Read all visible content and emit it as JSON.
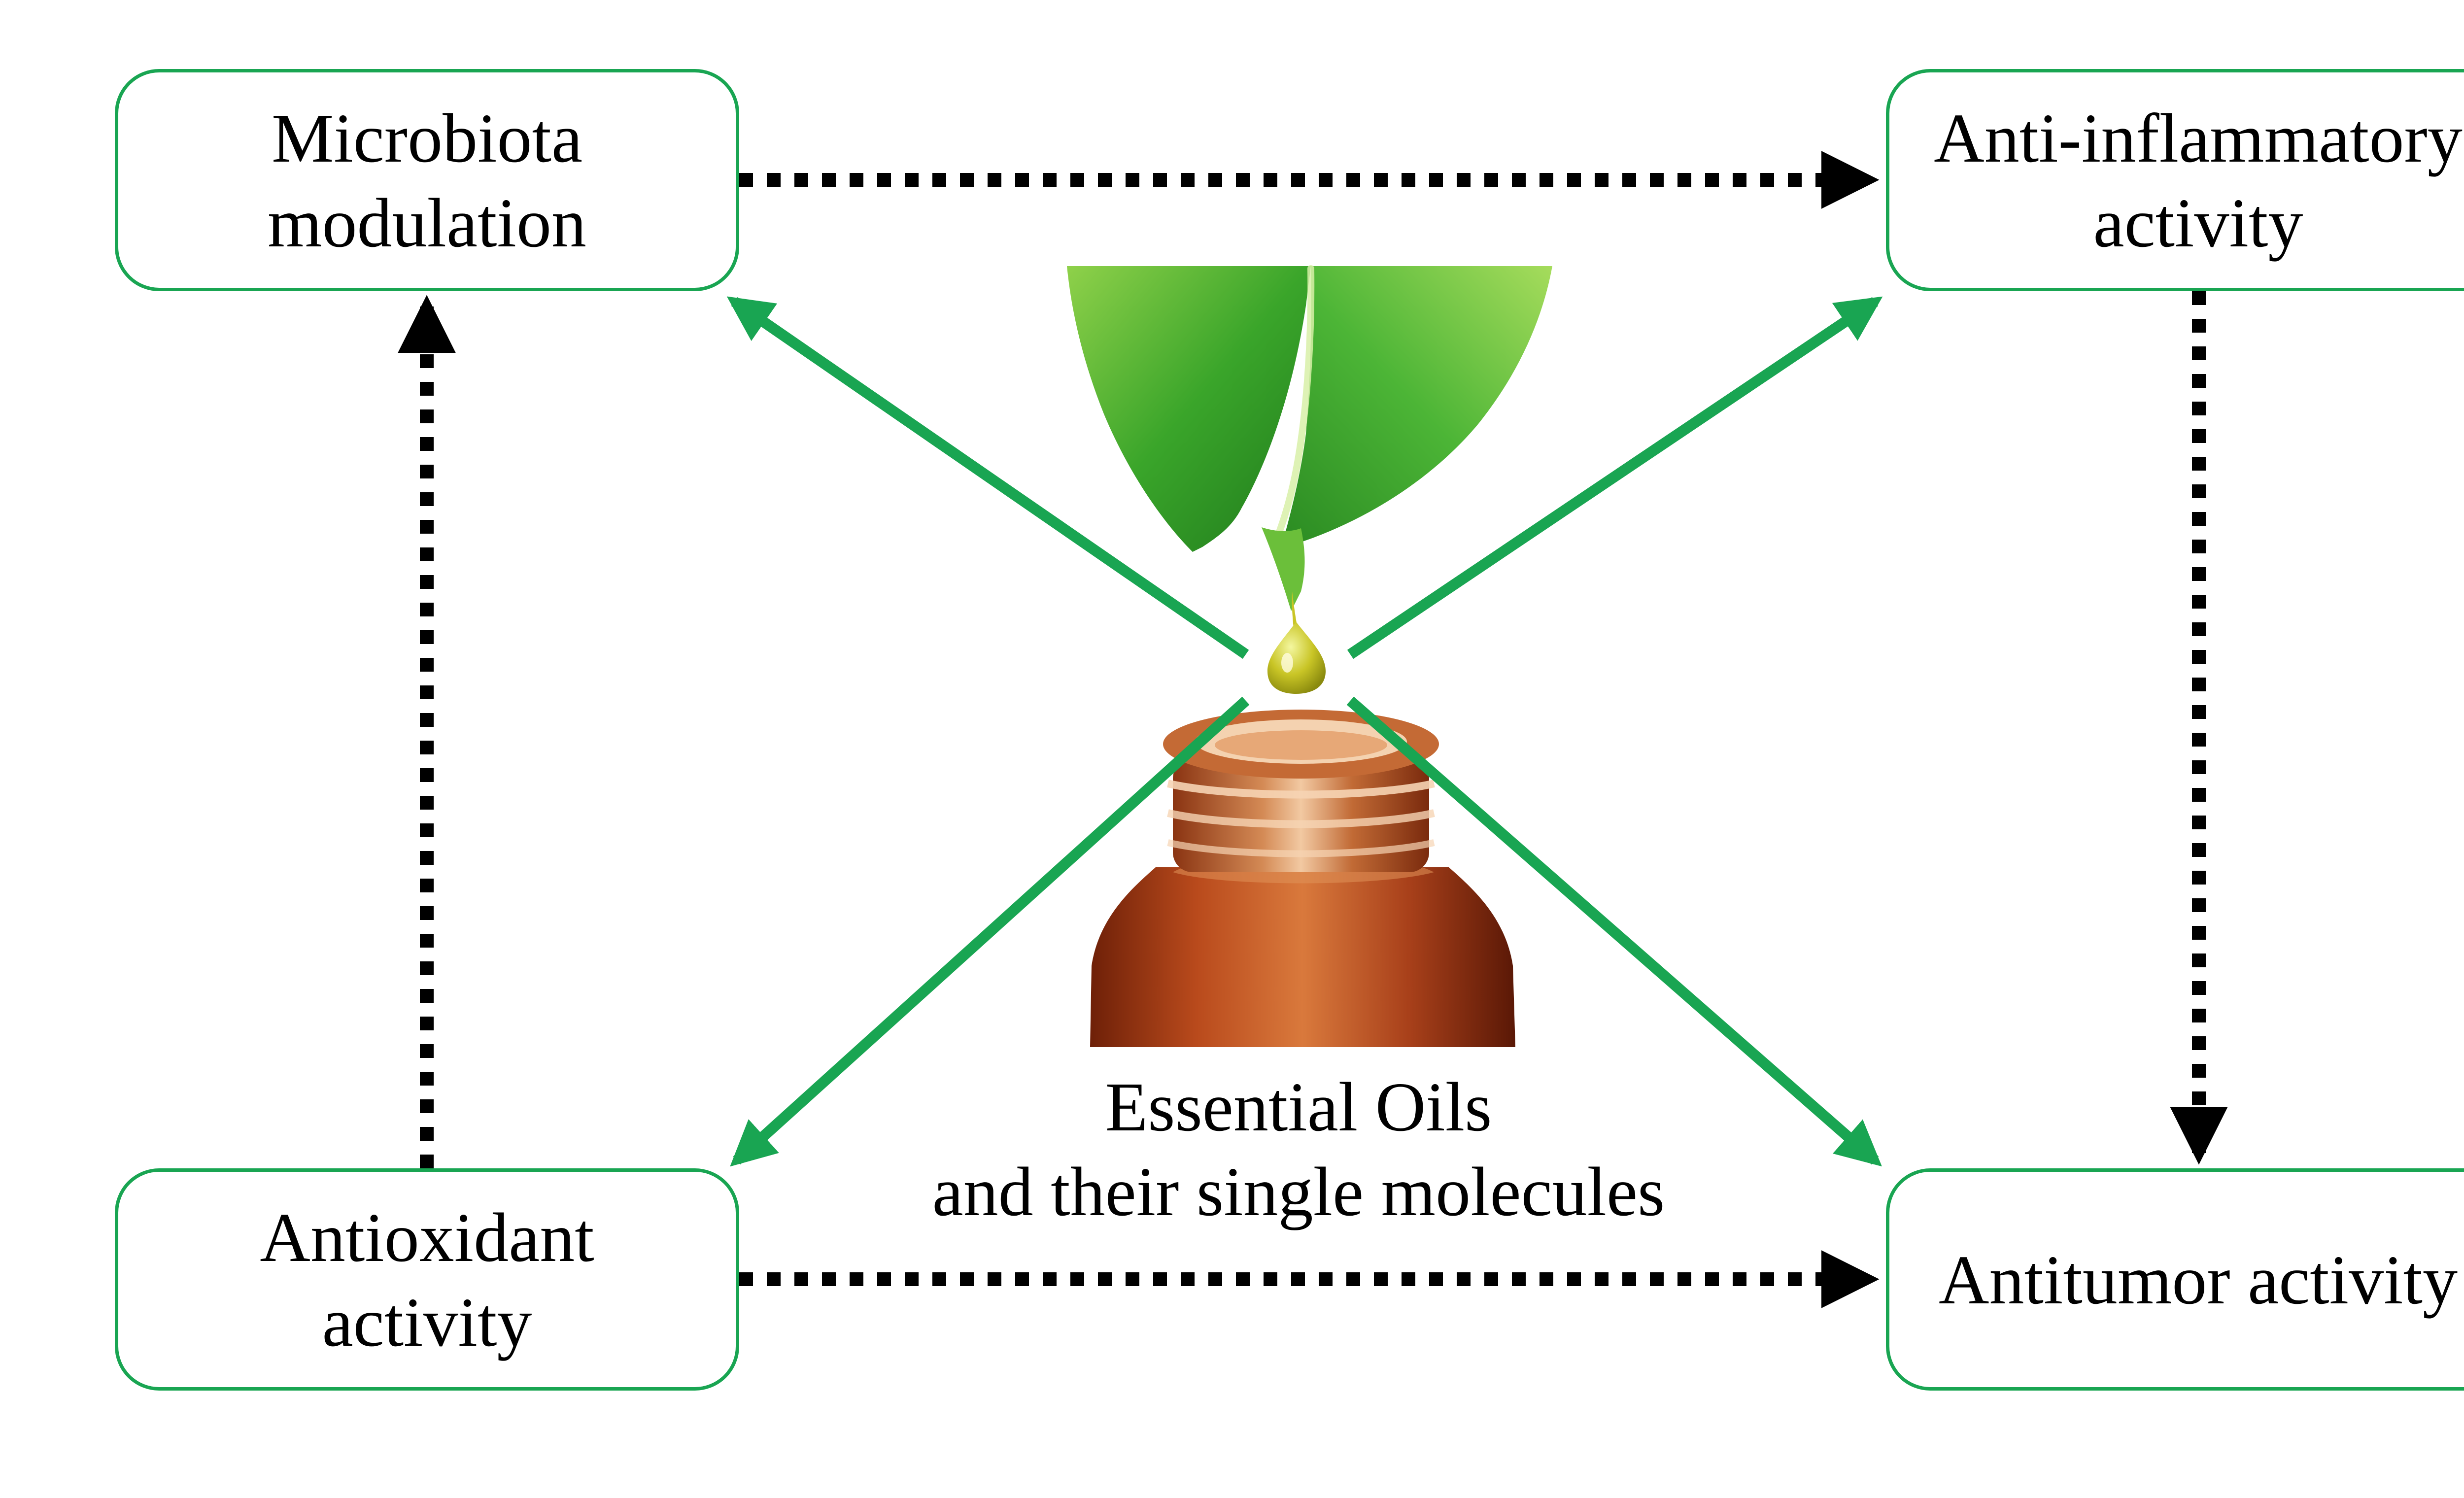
{
  "boxes": {
    "microbiota": "Microbiota\nmodulation",
    "anti_inflammatory": "Anti-inflammatory\nactivity",
    "antioxidant": "Antioxidant\nactivity",
    "antitumor": "Antitumor activity"
  },
  "center": {
    "line1": "Essential Oils",
    "line2": "and their single molecules"
  },
  "colors": {
    "green": "#19a552",
    "black": "#000000"
  },
  "icons": {
    "center_image": "leaf-oil-drop-bottle-icon"
  }
}
